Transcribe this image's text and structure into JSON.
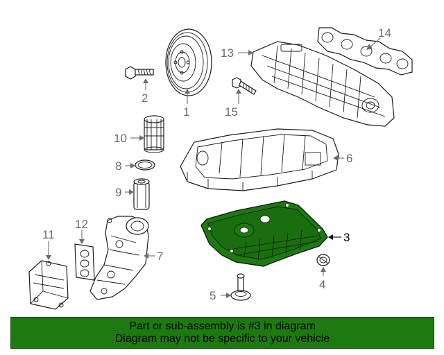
{
  "diagram": {
    "callouts": {
      "c1": "1",
      "c2": "2",
      "c3": "3",
      "c4": "4",
      "c5": "5",
      "c6": "6",
      "c7": "7",
      "c8": "8",
      "c9": "9",
      "c10": "10",
      "c11": "11",
      "c12": "12",
      "c13": "13",
      "c14": "14",
      "c15": "15"
    },
    "highlighted_part": "3",
    "highlight_color": "#1d7a10"
  },
  "banner": {
    "line1": "Part or sub-assembly is #3 in diagram",
    "line2": "Diagram may not be specific to your vehicle",
    "background": "#1d7a10"
  }
}
